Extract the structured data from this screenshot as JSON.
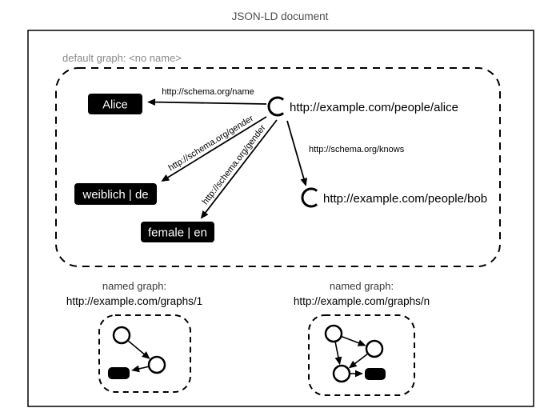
{
  "title": "JSON-LD document",
  "colors": {
    "literal_bg": "#000000",
    "literal_text": "#ffffff",
    "muted_label": "#8a8a8a",
    "stroke": "#000000"
  },
  "default_graph": {
    "label": "default graph: <no name>",
    "nodes": {
      "alice_iri": "http://example.com/people/alice",
      "bob_iri": "http://example.com/people/bob"
    },
    "literals": {
      "name": "Alice",
      "gender_de": "weiblich | de",
      "gender_en": "female | en"
    },
    "edges": {
      "name": "http://schema.org/name",
      "gender": "http://schema.org/gender",
      "knows": "http://schema.org/knows"
    }
  },
  "named_graphs": [
    {
      "label": "named graph:",
      "iri": "http://example.com/graphs/1"
    },
    {
      "label": "named graph:",
      "iri": "http://example.com/graphs/n"
    }
  ]
}
